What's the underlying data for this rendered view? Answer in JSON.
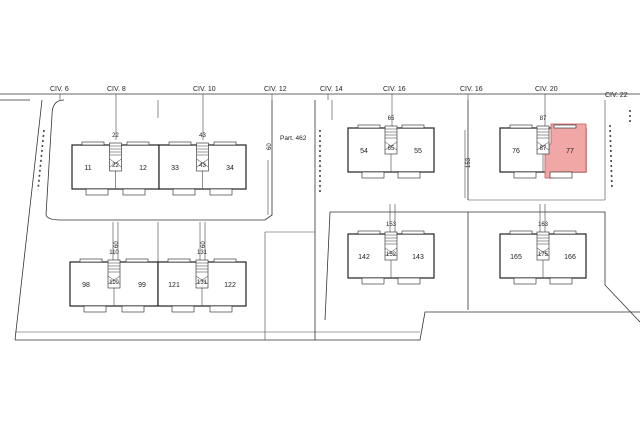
{
  "civics": [
    {
      "id": "civ6",
      "label": "CIV. 6"
    },
    {
      "id": "civ8",
      "label": "CIV. 8"
    },
    {
      "id": "civ10",
      "label": "CIV. 10"
    },
    {
      "id": "civ12",
      "label": "CIV. 12"
    },
    {
      "id": "civ14",
      "label": "CIV. 14"
    },
    {
      "id": "civ16a",
      "label": "CIV. 16"
    },
    {
      "id": "civ16b",
      "label": "CIV. 16"
    },
    {
      "id": "civ20",
      "label": "CIV. 20"
    },
    {
      "id": "civ22",
      "label": "CIV. 22"
    }
  ],
  "parcel_label": "Part. 462",
  "highlight_color": "#f2a7a7",
  "buildings": [
    {
      "id": "b1",
      "left": "11",
      "right": "12",
      "stair": "22",
      "top": "22"
    },
    {
      "id": "b2",
      "left": "33",
      "right": "34",
      "stair": "43",
      "top": "43"
    },
    {
      "id": "b3",
      "left": "98",
      "right": "99",
      "stair": "110",
      "top": "110"
    },
    {
      "id": "b4",
      "left": "121",
      "right": "122",
      "stair": "131",
      "top": "131"
    },
    {
      "id": "b5",
      "left": "54",
      "right": "55",
      "stair": "65",
      "top": "65"
    },
    {
      "id": "b6",
      "left": "76",
      "right": "77",
      "stair": "87",
      "top": "87"
    },
    {
      "id": "b7",
      "left": "142",
      "right": "143",
      "stair": "152",
      "top": "153"
    },
    {
      "id": "b8",
      "left": "165",
      "right": "166",
      "stair": "175",
      "top": "163"
    }
  ],
  "path_labels": [
    {
      "id": "p60",
      "label": "60"
    },
    {
      "id": "p153",
      "label": "153"
    }
  ]
}
